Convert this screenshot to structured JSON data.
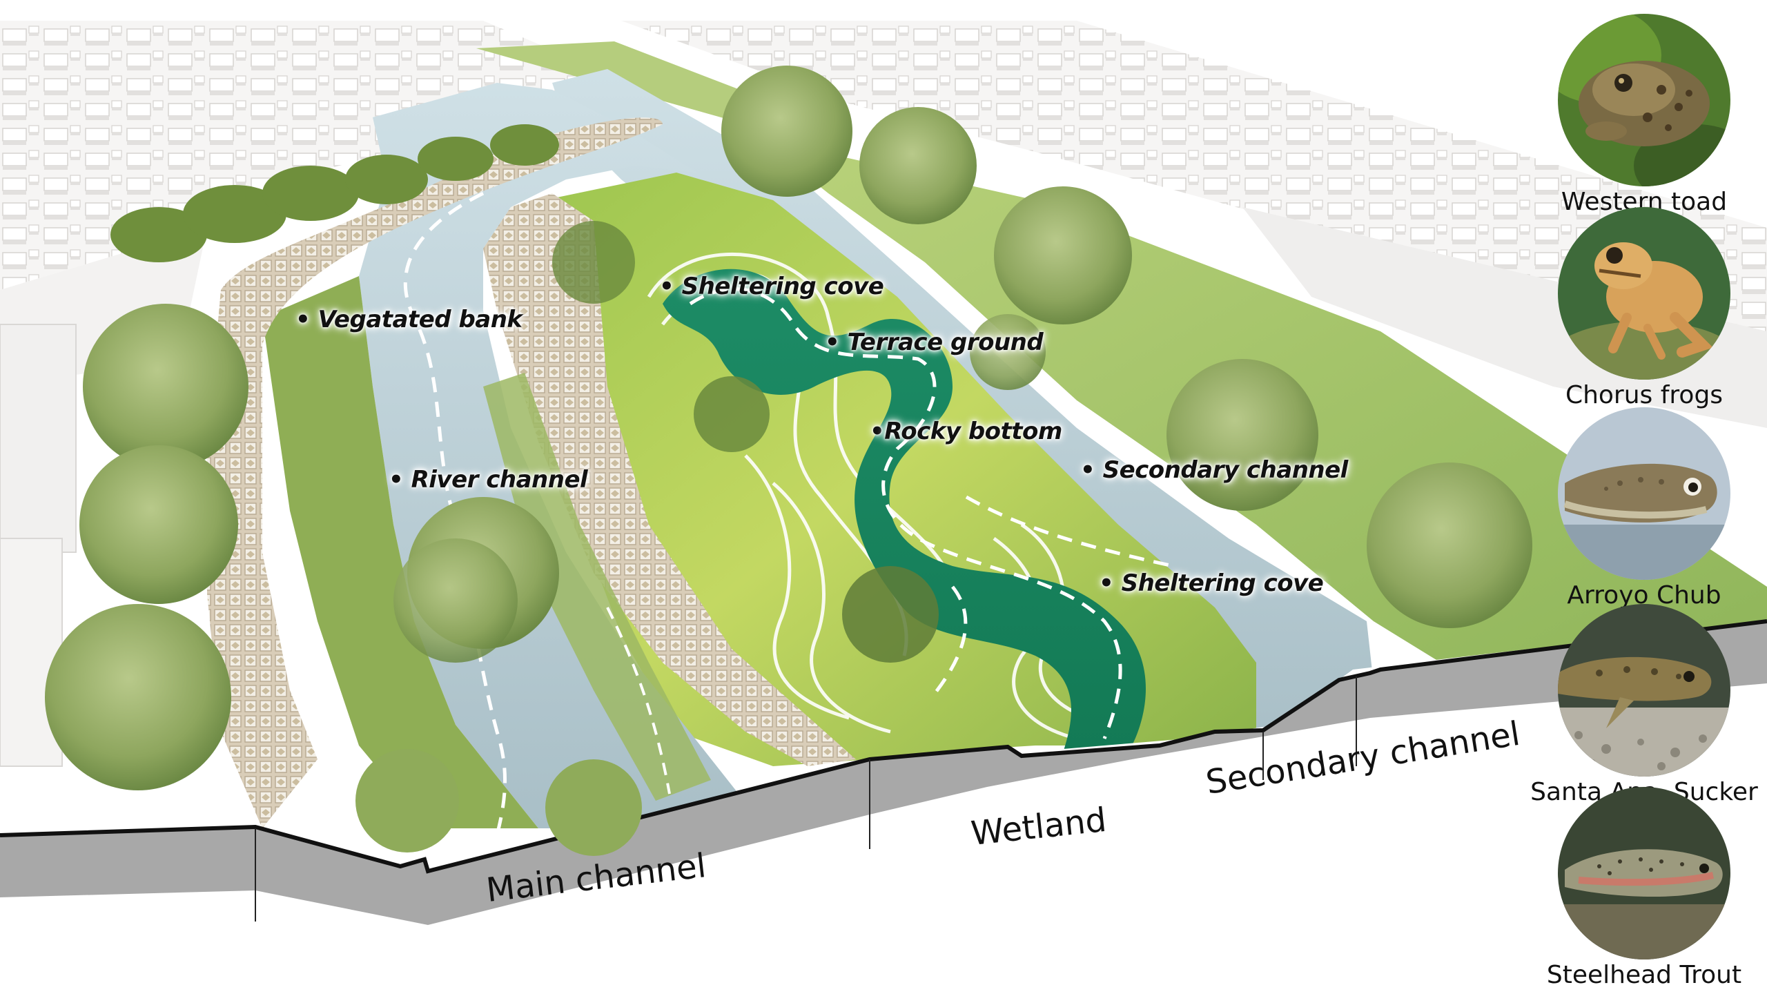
{
  "callouts": {
    "vegetated_bank": "Vegatated bank",
    "sheltering_cove_upper": "Sheltering cove",
    "terrace_ground": "Terrace ground",
    "rocky_bottom": "Rocky bottom",
    "river_channel": "River channel",
    "secondary_channel": "Secondary channel",
    "sheltering_cove_lower": "Sheltering cove"
  },
  "section_labels": {
    "main_channel": "Main channel",
    "wetland": "Wetland",
    "secondary_channel": "Secondary channel"
  },
  "species": [
    {
      "name": "Western toad",
      "icon": "toad-photo"
    },
    {
      "name": "Chorus frogs",
      "icon": "frog-photo"
    },
    {
      "name": "Arroyo Chub",
      "icon": "chub-photo"
    },
    {
      "name": "Santa Ana  Sucker",
      "icon": "sucker-photo"
    },
    {
      "name": "Steelhead Trout",
      "icon": "trout-photo"
    }
  ],
  "colors": {
    "section_fill": "#a8a8a8",
    "water": "#b9ced6",
    "wetland_water": "#1f8a64",
    "grass": "#a8c86a",
    "paving": "#d9cdb8",
    "buildings": "#efeded"
  }
}
